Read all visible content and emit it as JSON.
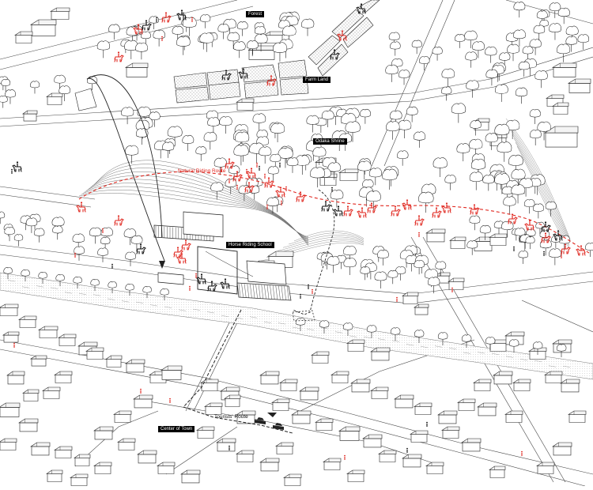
{
  "labels": {
    "forest": "Forest",
    "farm_land": "Farm Land",
    "shrine": "Odaka Shrine",
    "natural_route": "Natural Riding Route",
    "riding_school": "Horse Riding School",
    "tourists_route": "Tourists' Route",
    "center_of_town": "Center of Town"
  },
  "colors": {
    "line": "#222222",
    "accent": "#e0271f",
    "paper": "#ffffff",
    "field": "#dddddd"
  },
  "icons": {
    "tree": "tree-icon",
    "horse_rider": "horse-rider-icon",
    "person": "person-icon",
    "building": "building-icon",
    "car": "car-icon"
  }
}
